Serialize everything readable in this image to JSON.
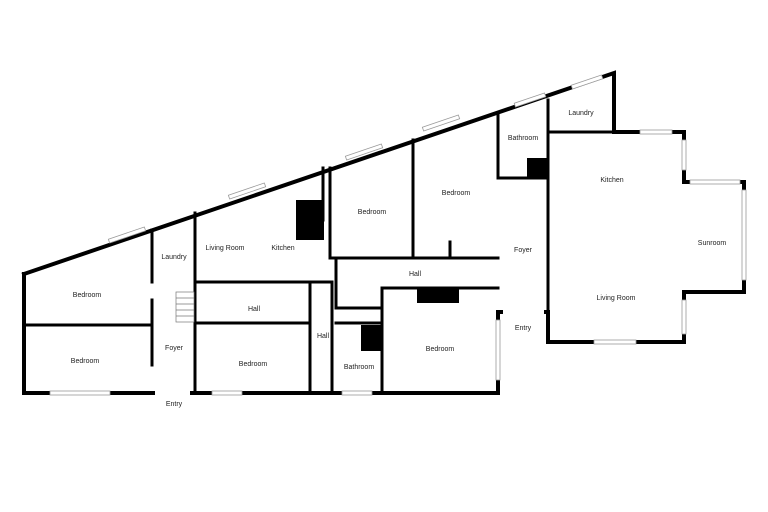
{
  "rooms": {
    "bedroom_w1": "Bedroom",
    "bedroom_w2": "Bedroom",
    "laundry_w": "Laundry",
    "foyer_w": "Foyer",
    "entry_w": "Entry",
    "living_room_w": "Living Room",
    "kitchen_w": "Kitchen",
    "hall_w": "Hall",
    "bedroom_w3": "Bedroom",
    "hall_w2": "Hall",
    "bathroom_w": "Bathroom",
    "bedroom_c1": "Bedroom",
    "bedroom_c2": "Bedroom",
    "hall_c": "Hall",
    "bedroom_c3": "Bedroom",
    "bathroom_e": "Bathroom",
    "laundry_e": "Laundry",
    "foyer_e": "Foyer",
    "entry_e": "Entry",
    "kitchen_e": "Kitchen",
    "living_room_e": "Living Room",
    "sunroom": "Sunroom"
  }
}
